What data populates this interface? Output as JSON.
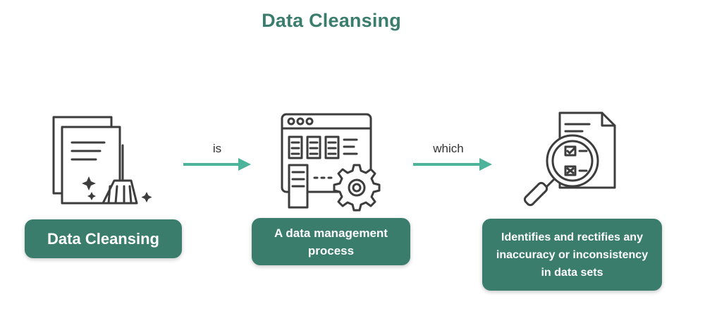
{
  "title": "Data Cleansing",
  "accent_color": "#3a7d6c",
  "arrow_color": "#4db39a",
  "icon_color": "#3d3d3d",
  "steps": [
    {
      "icon": "documents-broom-icon",
      "label": "Data Cleansing"
    },
    {
      "icon": "dashboard-gear-icon",
      "label": "A data management process"
    },
    {
      "icon": "magnifier-checklist-icon",
      "label": "Identifies and rectifies any inaccuracy or inconsistency in data sets"
    }
  ],
  "connectors": [
    {
      "label": "is"
    },
    {
      "label": "which"
    }
  ]
}
